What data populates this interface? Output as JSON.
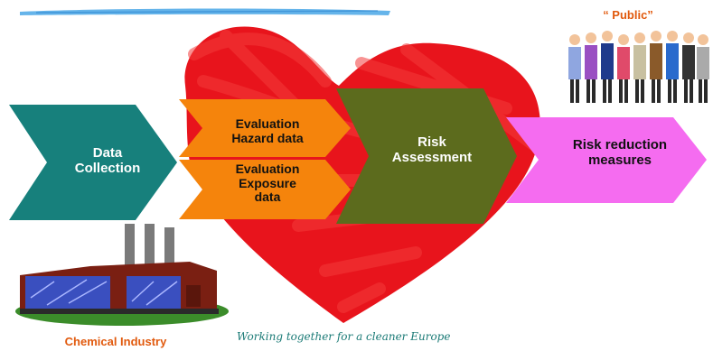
{
  "steps": {
    "data_collection": "Data\nCollection",
    "evaluation_hazard": "Evaluation\nHazard data",
    "evaluation_exposure": "Evaluation\nExposure\ndata",
    "risk_assessment": "Risk\nAssessment",
    "risk_reduction": "Risk reduction\nmeasures"
  },
  "labels": {
    "public": "“ Public”",
    "chemical_industry": "Chemical Industry",
    "tagline": "Working together for a cleaner Europe"
  },
  "icons": {
    "heart": "heart-scribble-icon",
    "factory": "factory-icon",
    "crowd": "crowd-icon"
  },
  "colors": {
    "data_collection": "#17807c",
    "evaluation": "#f5840c",
    "risk_assessment": "#5c6b1d",
    "risk_reduction": "#f56cf0",
    "heart": "#e8141c",
    "label_accent": "#e15a0e",
    "tagline": "#1a7a76"
  }
}
